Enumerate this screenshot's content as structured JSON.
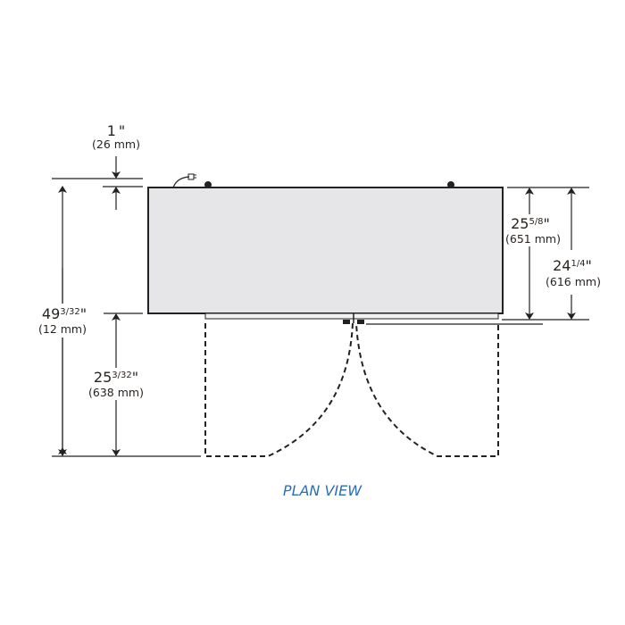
{
  "title": "PLAN VIEW",
  "colors": {
    "title": "#2a6fb4",
    "cabinet_fill": "#e6e6e8",
    "line": "#222222"
  },
  "dimensions": {
    "top_gap": {
      "whole": "1",
      "unit": "\"",
      "metric": "(26 mm)"
    },
    "total_depth": {
      "whole": "49",
      "fraction": "3/32",
      "unit": "\"",
      "metric": "(12 mm)"
    },
    "door_swing": {
      "whole": "25",
      "fraction": "3/32",
      "unit": "\"",
      "metric": "(638 mm)"
    },
    "depth_with_door": {
      "whole": "25",
      "fraction": "5/8",
      "unit": "\"",
      "metric": "(651 mm)"
    },
    "cabinet_depth": {
      "whole": "24",
      "fraction": "1/4",
      "unit": "\"",
      "metric": "(616 mm)"
    }
  }
}
